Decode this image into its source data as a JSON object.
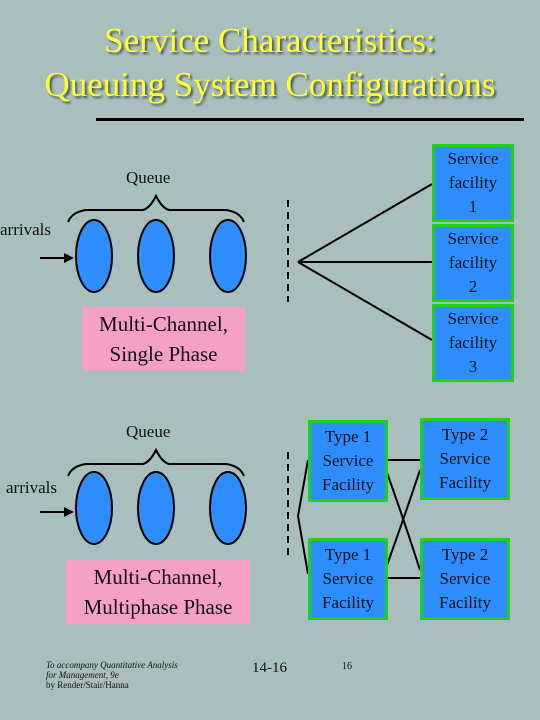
{
  "title": {
    "line1": "Service Characteristics:",
    "line2": "Queuing System Configurations"
  },
  "diagram1": {
    "queue_label": "Queue",
    "arrivals_label": "arrivals",
    "caption_line1": "Multi-Channel,",
    "caption_line2": "Single Phase",
    "facilities": [
      {
        "line1": "Service",
        "line2": "facility",
        "line3": "1"
      },
      {
        "line1": "Service",
        "line2": "facility",
        "line3": "2"
      },
      {
        "line1": "Service",
        "line2": "facility",
        "line3": "3"
      }
    ]
  },
  "diagram2": {
    "queue_label": "Queue",
    "arrivals_label": "arrivals",
    "caption_line1": "Multi-Channel,",
    "caption_line2": "Multiphase Phase",
    "facilities": [
      {
        "line1": "Type 1",
        "line2": "Service",
        "line3": "Facility"
      },
      {
        "line1": "Type 2",
        "line2": "Service",
        "line3": "Facility"
      },
      {
        "line1": "Type 1",
        "line2": "Service",
        "line3": "Facility"
      },
      {
        "line1": "Type 2",
        "line2": "Service",
        "line3": "Facility"
      }
    ]
  },
  "footer": {
    "line1": "To accompany Quantitative Analysis",
    "line2": "for Management, 9e",
    "line3": "by Render/Stair/Hanna",
    "slide_number": "14-16",
    "page_number": "16"
  },
  "colors": {
    "background": "#a9bfbd",
    "title": "#ffff33",
    "facility_fill": "#2f8eff",
    "facility_border": "#1bd11b",
    "caption_fill": "#f6a0c8"
  }
}
